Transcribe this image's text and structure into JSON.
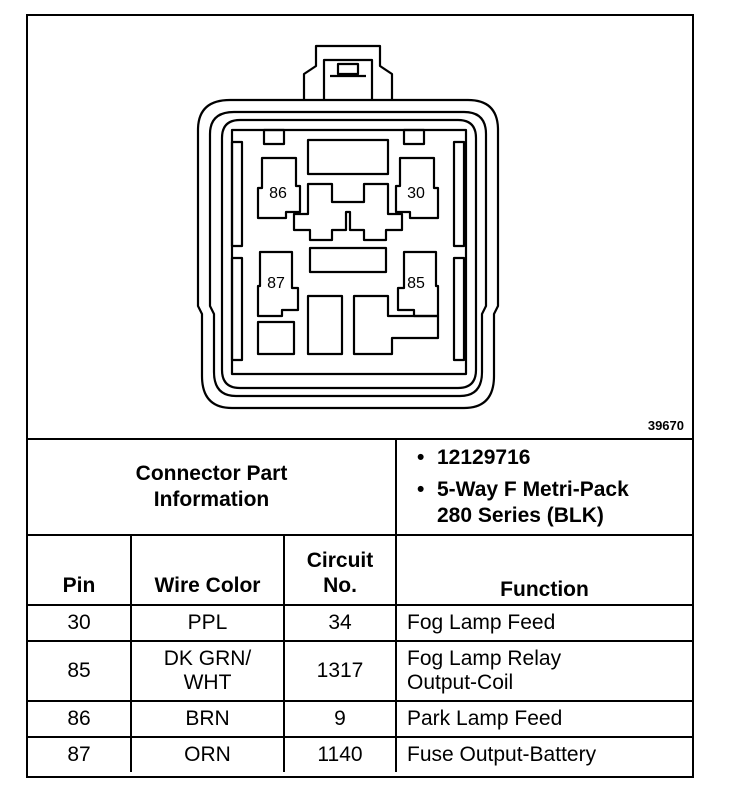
{
  "figure_number": "39670",
  "pin_labels": {
    "p86": "86",
    "p30": "30",
    "p87": "87",
    "p85": "85"
  },
  "connector_info": {
    "label_line1": "Connector Part",
    "label_line2": "Information",
    "part_number": "12129716",
    "description_line1": "5-Way F Metri-Pack",
    "description_line2": "280 Series (BLK)",
    "bullet": "•"
  },
  "table": {
    "headers": {
      "pin": "Pin",
      "wire_color": "Wire Color",
      "circuit_line1": "Circuit",
      "circuit_line2": "No.",
      "function": "Function"
    },
    "rows": [
      {
        "pin": "30",
        "wire_color_1": "PPL",
        "wire_color_2": "",
        "circuit": "34",
        "function_1": "Fog Lamp Feed",
        "function_2": ""
      },
      {
        "pin": "85",
        "wire_color_1": "DK GRN/",
        "wire_color_2": "WHT",
        "circuit": "1317",
        "function_1": "Fog Lamp Relay",
        "function_2": "Output-Coil"
      },
      {
        "pin": "86",
        "wire_color_1": "BRN",
        "wire_color_2": "",
        "circuit": "9",
        "function_1": "Park Lamp Feed",
        "function_2": ""
      },
      {
        "pin": "87",
        "wire_color_1": "ORN",
        "wire_color_2": "",
        "circuit": "1140",
        "function_1": "Fuse Output-Battery",
        "function_2": ""
      }
    ]
  }
}
